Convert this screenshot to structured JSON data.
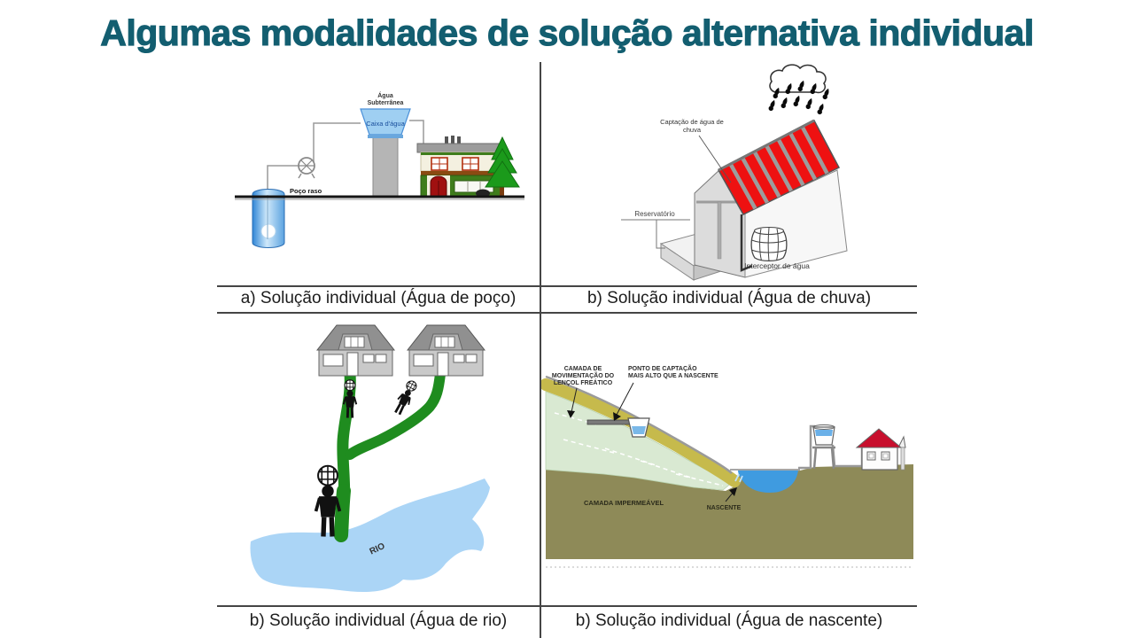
{
  "title": "Algumas modalidades de solução alternativa individual",
  "panels": {
    "poco": {
      "caption": "a) Solução individual (Água de poço)",
      "labels": {
        "agua_subterranea_l1": "Água",
        "agua_subterranea_l2": "Subterrânea",
        "caixa_dagua": "Caixa d'água",
        "poco_raso": "Poço raso"
      }
    },
    "chuva": {
      "caption": "b) Solução individual (Água de chuva)",
      "labels": {
        "captacao_l1": "Captação de água de",
        "captacao_l2": "chuva",
        "reservatorio": "Reservatório",
        "interceptor": "Interceptor de água"
      }
    },
    "rio": {
      "caption": "b) Solução individual (Água de rio)",
      "labels": {
        "rio": "RIO"
      }
    },
    "nascente": {
      "caption": "b) Solução individual (Água de nascente)",
      "labels": {
        "camada_mov_l1": "CAMADA DE",
        "camada_mov_l2": "MOVIMENTAÇÃO DO",
        "camada_mov_l3": "LENÇOL FREÁTICO",
        "ponto_captacao_l1": "PONTO DE CAPTAÇÃO",
        "ponto_captacao_l2": "MAIS ALTO QUE A NASCENTE",
        "camada_impermeavel": "CAMADA IMPERMEÁVEL",
        "nascente": "NASCENTE"
      }
    }
  },
  "colors": {
    "title_teal": "#135e70",
    "roof_red": "#ee1111",
    "river_blue": "#abd5f6",
    "path_green": "#1f8c1f",
    "pond_blue": "#3f9be0",
    "impermeable_olive": "#8e8a58",
    "topsoil_khaki": "#c6ba4c",
    "aquifer_green": "#d9e9d2",
    "well_blue": "#4d9fe0"
  }
}
